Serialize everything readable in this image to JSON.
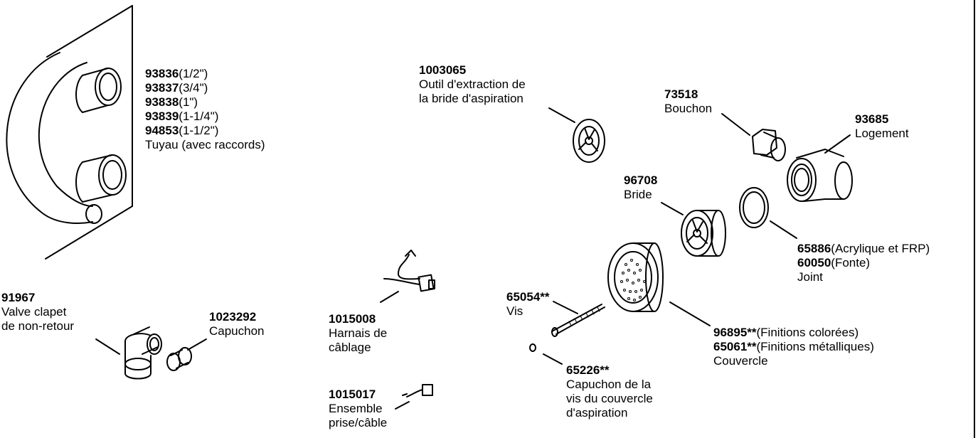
{
  "parts": {
    "hose": {
      "lines": [
        {
          "num": "93836",
          "suffix": "(1/2\")"
        },
        {
          "num": "93837",
          "suffix": "(3/4\")"
        },
        {
          "num": "93838",
          "suffix": "(1\")"
        },
        {
          "num": "93839",
          "suffix": "(1-1/4\")"
        },
        {
          "num": "94853",
          "suffix": "(1-1/2\")"
        }
      ],
      "desc": "Tuyau (avec raccords)"
    },
    "check_valve": {
      "num": "91967",
      "desc1": "Valve clapet",
      "desc2": "de non-retour"
    },
    "cap": {
      "num": "1023292",
      "desc": "Capuchon"
    },
    "harness": {
      "num": "1015008",
      "desc1": "Harnais de",
      "desc2": "câblage"
    },
    "plug_cable": {
      "num": "1015017",
      "desc1": "Ensemble",
      "desc2": "prise/câble"
    },
    "tool": {
      "num": "1003065",
      "desc1": "Outil d'extraction de",
      "desc2": "la bride d'aspiration"
    },
    "plug": {
      "num": "73518",
      "desc": "Bouchon"
    },
    "housing": {
      "num": "93685",
      "desc": "Logement"
    },
    "flange": {
      "num": "96708",
      "desc": "Bride"
    },
    "gasket": {
      "num1": "65886",
      "suffix1": "(Acrylique et FRP)",
      "num2": "60050",
      "suffix2": "(Fonte)",
      "desc": "Joint"
    },
    "screw": {
      "num": "65054**",
      "desc": "Vis"
    },
    "cover": {
      "num1": "96895**",
      "suffix1": "(Finitions colorées)",
      "num2": "65061**",
      "suffix2": "(Finitions métalliques)",
      "desc": "Couvercle"
    },
    "screw_cap": {
      "num": "65226**",
      "desc1": "Capuchon de la",
      "desc2": "vis du couvercle",
      "desc3": "d'aspiration"
    }
  }
}
